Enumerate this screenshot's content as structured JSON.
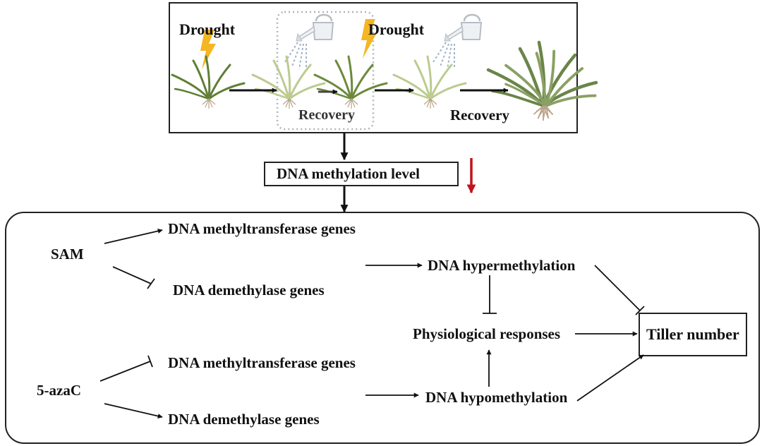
{
  "panel": {
    "drought_1": "Drought",
    "drought_2": "Drought",
    "recovery_1": "Recovery",
    "recovery_2": "Recovery"
  },
  "methylation_level": "DNA methylation level",
  "mechanism": {
    "sam": "SAM",
    "azac": "5-azaC",
    "sam_targets": {
      "methyltransferase": "DNA methyltransferase genes",
      "demethylase": "DNA demethylase genes"
    },
    "azac_targets": {
      "methyltransferase": "DNA methyltransferase genes",
      "demethylase": "DNA demethylase genes"
    },
    "hypermethylation": "DNA hypermethylation",
    "hypomethylation": "DNA hypomethylation",
    "physiological": "Physiological responses",
    "tiller": "Tiller number"
  },
  "colors": {
    "line": "#111111",
    "decrease_arrow": "#c0141c",
    "lightning": "#f4b623",
    "plant_dark": "#5f7f35",
    "plant_light": "#b9c98c",
    "dashed_box": "#aeb4bb",
    "water": "#9fb4c9"
  },
  "icons": [
    "lightning-icon",
    "plant-icon",
    "watering-can-icon"
  ]
}
